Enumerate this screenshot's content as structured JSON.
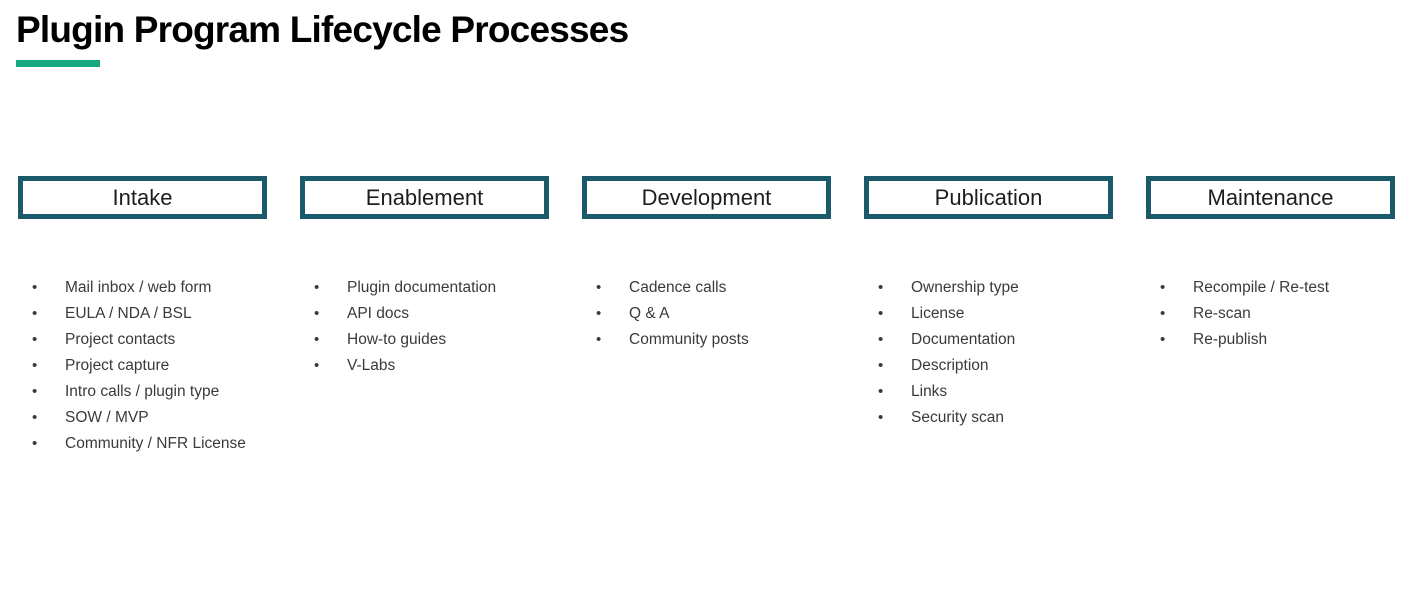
{
  "slide": {
    "title": "Plugin Program Lifecycle Processes",
    "accent_color": "#17a87d",
    "box_border_color": "#1b5a6b",
    "text_color": "#3a3a3a",
    "background_color": "#ffffff",
    "bullet_glyph": "•"
  },
  "columns": [
    {
      "heading": "Intake",
      "items": [
        "Mail inbox / web form",
        "EULA / NDA / BSL",
        "Project contacts",
        "Project capture",
        "Intro calls / plugin type",
        "SOW / MVP",
        "Community / NFR License"
      ]
    },
    {
      "heading": "Enablement",
      "items": [
        "Plugin documentation",
        "API docs",
        "How-to guides",
        "V-Labs"
      ]
    },
    {
      "heading": "Development",
      "items": [
        "Cadence calls",
        "Q & A",
        "Community posts"
      ]
    },
    {
      "heading": "Publication",
      "items": [
        "Ownership type",
        "License",
        "Documentation",
        "Description",
        "Links",
        "Security scan"
      ]
    },
    {
      "heading": "Maintenance",
      "items": [
        "Recompile / Re-test",
        "Re-scan",
        "Re-publish"
      ]
    }
  ]
}
